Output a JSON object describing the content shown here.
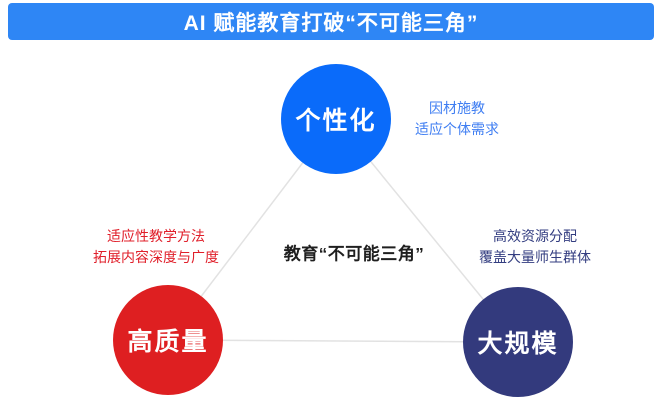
{
  "title": {
    "text": "AI 赋能教育打破“不可能三角”",
    "bg_color": "#2e86f5"
  },
  "center_label": "教育“不可能三角”",
  "triangle": {
    "line_color": "#e2e2e2"
  },
  "nodes": {
    "personalization": {
      "label": "个性化",
      "color": "#0a6bfa"
    },
    "quality": {
      "label": "高质量",
      "color": "#de1f21"
    },
    "scale": {
      "label": "大规模",
      "color": "#333a7d"
    }
  },
  "annotations": {
    "personalization": {
      "line1": "因材施教",
      "line2": "适应个体需求",
      "color": "#3f7ef2"
    },
    "quality": {
      "line1": "适应性教学方法",
      "line2": "拓展内容深度与广度",
      "color": "#e01f2a"
    },
    "scale": {
      "line1": "高效资源分配",
      "line2": "覆盖大量师生群体",
      "color": "#333d80"
    }
  }
}
